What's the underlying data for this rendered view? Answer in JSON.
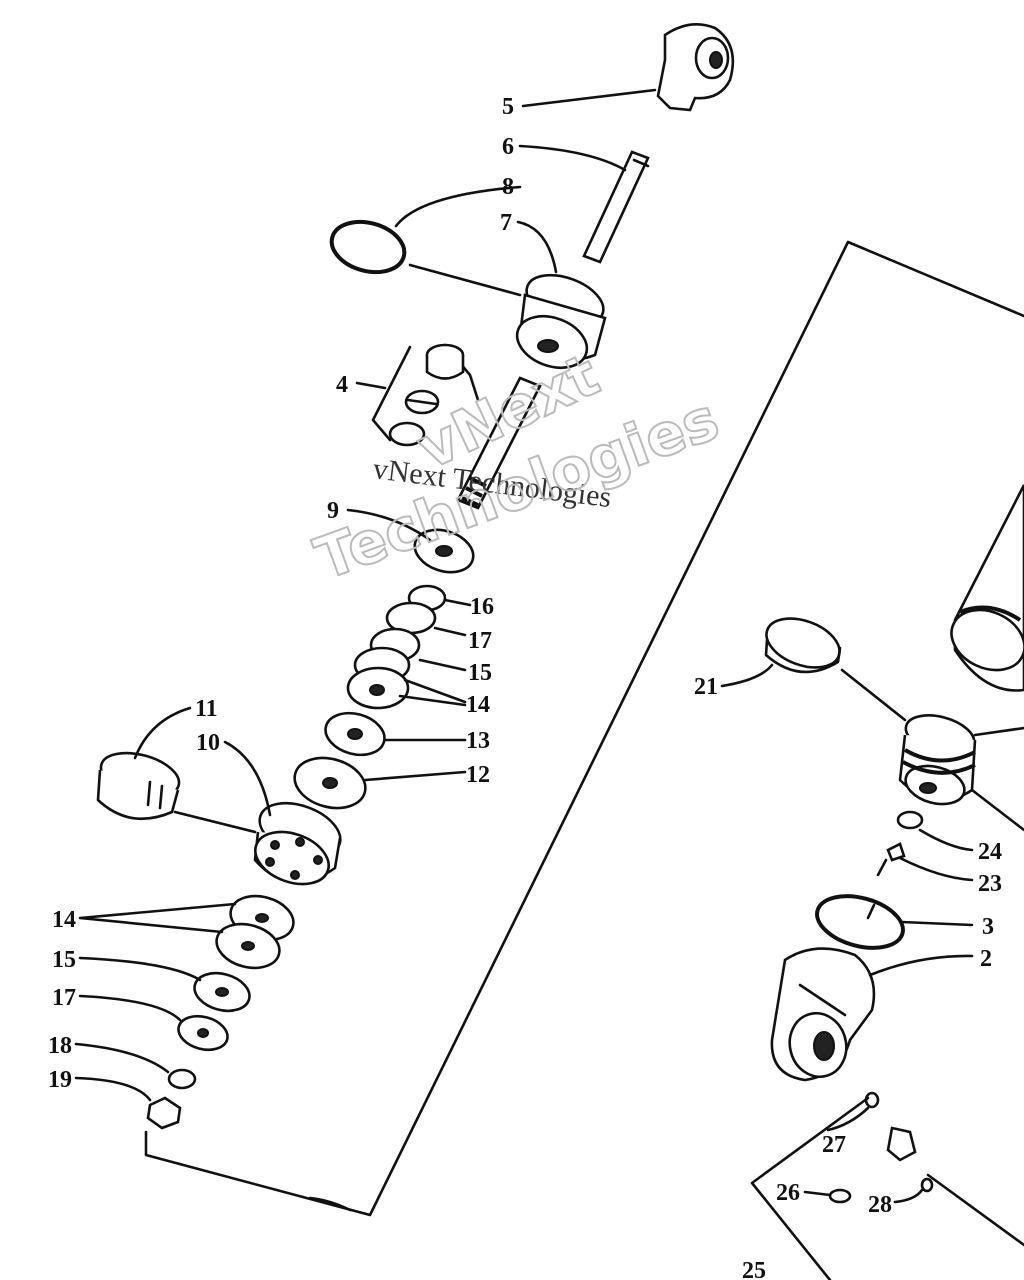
{
  "callouts": {
    "c2": "2",
    "c3": "3",
    "c4": "4",
    "c5": "5",
    "c6": "6",
    "c7": "7",
    "c8": "8",
    "c9": "9",
    "c10": "10",
    "c11": "11",
    "c12": "12",
    "c13": "13",
    "c14a": "14",
    "c14b": "14",
    "c15a": "15",
    "c15b": "15",
    "c16": "16",
    "c17a": "17",
    "c17b": "17",
    "c18": "18",
    "c19": "19",
    "c21": "21",
    "c23": "23",
    "c24": "24",
    "c25": "25",
    "c26": "26",
    "c27": "27",
    "c28": "28"
  },
  "watermark": {
    "line1": "vNext Technologies",
    "line2": "vNext",
    "line3": "Technologies"
  }
}
